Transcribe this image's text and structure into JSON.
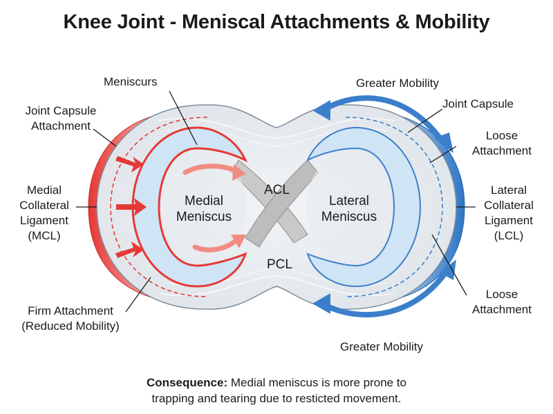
{
  "title": "Knee Joint - Meniscal Attachments & Mobility",
  "labels": {
    "meniscus_top": "Meniscurs",
    "joint_capsule_left_1": "Joint Capsule",
    "joint_capsule_left_2": "Attachment",
    "mcl_1": "Medial",
    "mcl_2": "Collateral",
    "mcl_3": "Ligament",
    "mcl_4": "(MCL)",
    "firm_1": "Firm Attachment",
    "firm_2": "(Reduced Mobility)",
    "medial_meniscus_1": "Medial",
    "medial_meniscus_2": "Meniscus",
    "acl": "ACL",
    "pcl": "PCL",
    "lateral_meniscus_1": "Lateral",
    "lateral_meniscus_2": "Meniscus",
    "greater_mobility_top": "Greater Mobility",
    "joint_capsule_right": "Joint Capsule",
    "loose_top_1": "Loose",
    "loose_top_2": "Attachment",
    "lcl_1": "Lateral",
    "lcl_2": "Collateral",
    "lcl_3": "Ligament",
    "lcl_4": "(LCL)",
    "loose_bottom_1": "Loose",
    "loose_bottom_2": "Attachment",
    "greater_mobility_bottom": "Greater Mobility"
  },
  "consequence": {
    "bold": "Consequence:",
    "line1": " Medial meniscus is more prone to",
    "line2": "trapping and tearing due to resticted movement."
  },
  "colors": {
    "medial_red": "#e53935",
    "lateral_blue": "#3b7fcb",
    "meniscus_fill": "#cfe4f5",
    "capsule_fill": "#e6eaef",
    "ligament_fill": "#c9c9c9"
  }
}
